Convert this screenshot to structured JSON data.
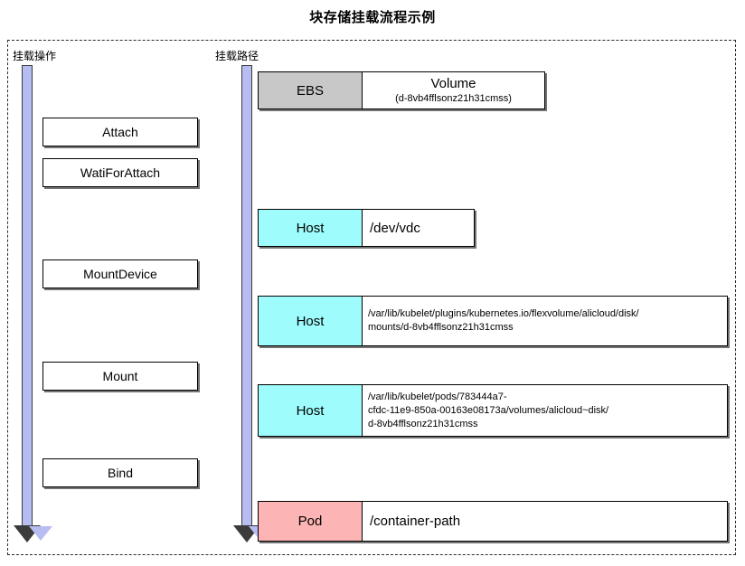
{
  "title": "块存储挂载流程示例",
  "columns": {
    "operations_header": "挂载操作",
    "paths_header": "挂载路径"
  },
  "colors": {
    "arrow_fill": "#b7bdf0",
    "arrow_stroke": "#3b3b3b",
    "ebs_fill": "#c8c8c8",
    "host_fill": "#9ffcfc",
    "pod_fill": "#fcb4b4",
    "box_fill": "#ffffff",
    "box_stroke": "#000000",
    "frame_stroke": "#2b2b2b"
  },
  "operations": [
    {
      "label": "Attach"
    },
    {
      "label": "WatiForAttach"
    },
    {
      "label": "MountDevice"
    },
    {
      "label": "Mount"
    },
    {
      "label": "Bind"
    }
  ],
  "paths": [
    {
      "owner": "EBS",
      "value_title": "Volume",
      "value_subtitle": "(d-8vb4fflsonz21h31cmss)"
    },
    {
      "owner": "Host",
      "value": "/dev/vdc"
    },
    {
      "owner": "Host",
      "value": "/var/lib/kubelet/plugins/kubernetes.io/flexvolume/alicloud/disk/\nmounts/d-8vb4fflsonz21h31cmss"
    },
    {
      "owner": "Host",
      "value": "/var/lib/kubelet/pods/783444a7-\ncfdc-11e9-850a-00163e08173a/volumes/alicloud~disk/\nd-8vb4fflsonz21h31cmss"
    },
    {
      "owner": "Pod",
      "value": "/container-path"
    }
  ]
}
